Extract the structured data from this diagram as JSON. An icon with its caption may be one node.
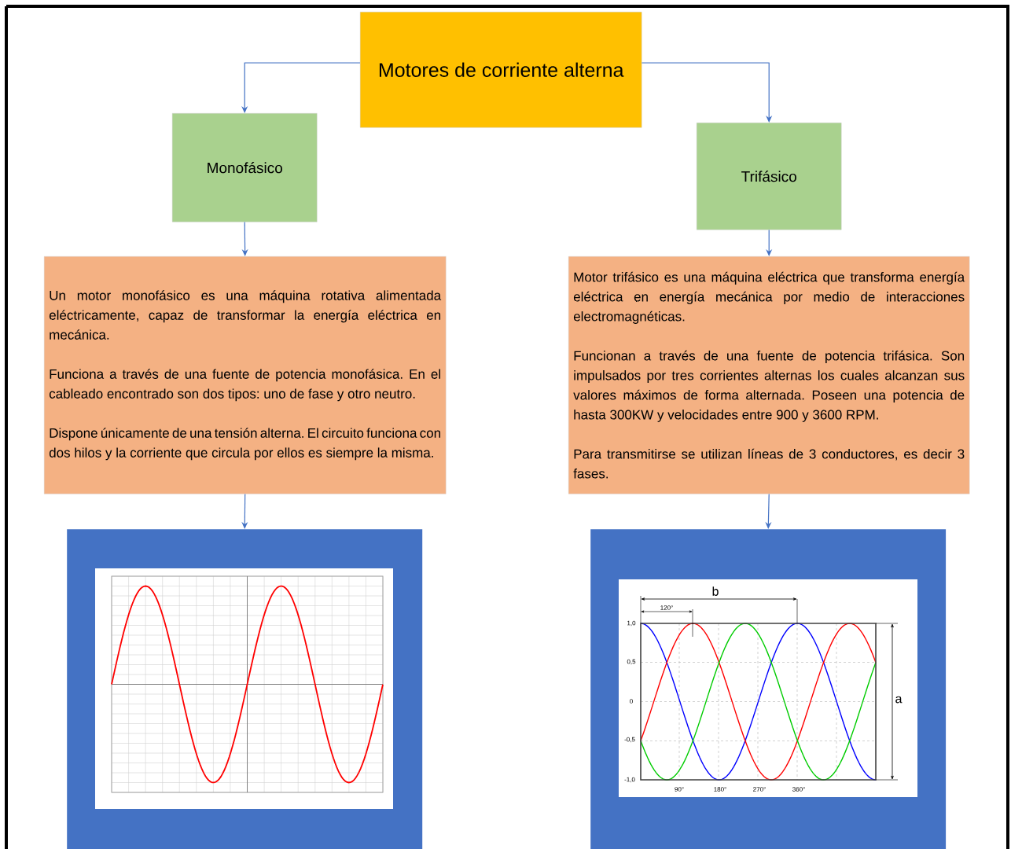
{
  "diagram": {
    "nodes": [
      {
        "text": [
          "Motores de corriente alterna"
        ]
      },
      {
        "text": [
          "Monofásico"
        ]
      },
      {
        "text": [
          "Trifásico"
        ]
      },
      {
        "text": [
          "Un motor monofásico es una máquina rotativa alimentada eléctricamente, capaz de transformar la energía eléctrica en mecánica.",
          "Funciona a través de una fuente de potencia monofásica. En el cableado encontrado son dos tipos: uno de fase y otro neutro.",
          "Dispone únicamente de una tensión alterna. El circuito funciona con dos hilos y la corriente que circula por ellos es siempre la misma."
        ]
      },
      {
        "text": [
          "Motor trifásico es una máquina eléctrica que transforma energía eléctrica en energía mecánica por medio de interacciones electromagnéticas.",
          "Funcionan a través de una fuente de potencia trifásica. Son impulsados por tres corrientes alternas los cuales alcanzan sus valores máximos de forma alternada. Poseen una potencia de hasta 300KW y velocidades entre 900 y 3600 RPM.",
          "Para transmitirse se utilizan líneas de 3 conductores, es decir 3 fases."
        ]
      },
      {
        "text": [],
        "shape": "box"
      },
      {
        "text": [],
        "shape": "box"
      }
    ],
    "edges": [
      {
        "from": 0,
        "to": 1,
        "arrow": "to"
      },
      {
        "from": 0,
        "to": 2,
        "arrow": "to"
      },
      {
        "from": 1,
        "to": 3,
        "arrow": "to"
      },
      {
        "from": 2,
        "to": 4,
        "arrow": "to"
      },
      {
        "from": 3,
        "to": 5,
        "arrow": "to"
      },
      {
        "from": 4,
        "to": 6,
        "arrow": "to"
      }
    ],
    "labels": [
      "b",
      "120°",
      "1,0",
      "0,5",
      "0",
      "a",
      "-0,5",
      "-1,0",
      "90°",
      "180°",
      "270°",
      "360°"
    ]
  }
}
